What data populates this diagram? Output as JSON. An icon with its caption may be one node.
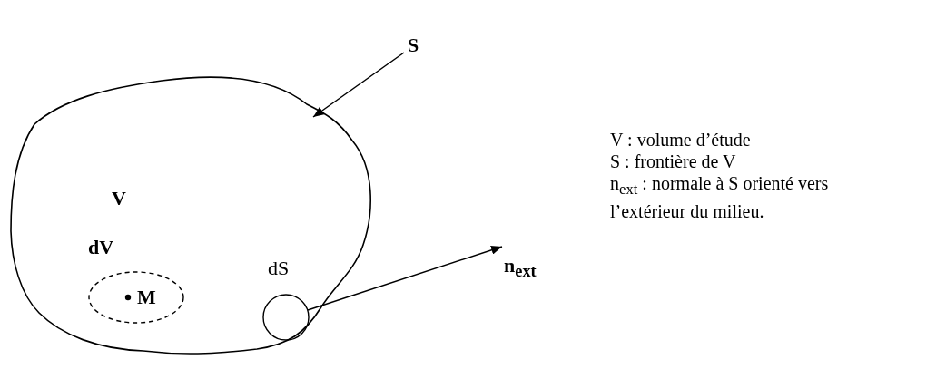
{
  "diagram": {
    "nodes": [
      {
        "text": [
          "V"
        ]
      },
      {
        "text": [
          "S"
        ]
      },
      {
        "text": [
          "dV",
          "M"
        ],
        "in": 0
      },
      {
        "text": [
          "dS"
        ],
        "in": 0
      },
      {
        "text": [
          "n$_{ext}$"
        ]
      }
    ],
    "edges": [
      {
        "from": 1,
        "to": 0,
        "arrow": "to"
      },
      {
        "from": 3,
        "to": 4,
        "arrow": "to"
      }
    ],
    "labels": [
      "V : volume d’étude",
      "S : frontière de V",
      "n$_{ext}$ : normale à S orienté vers l’extérieur du milieu."
    ]
  }
}
